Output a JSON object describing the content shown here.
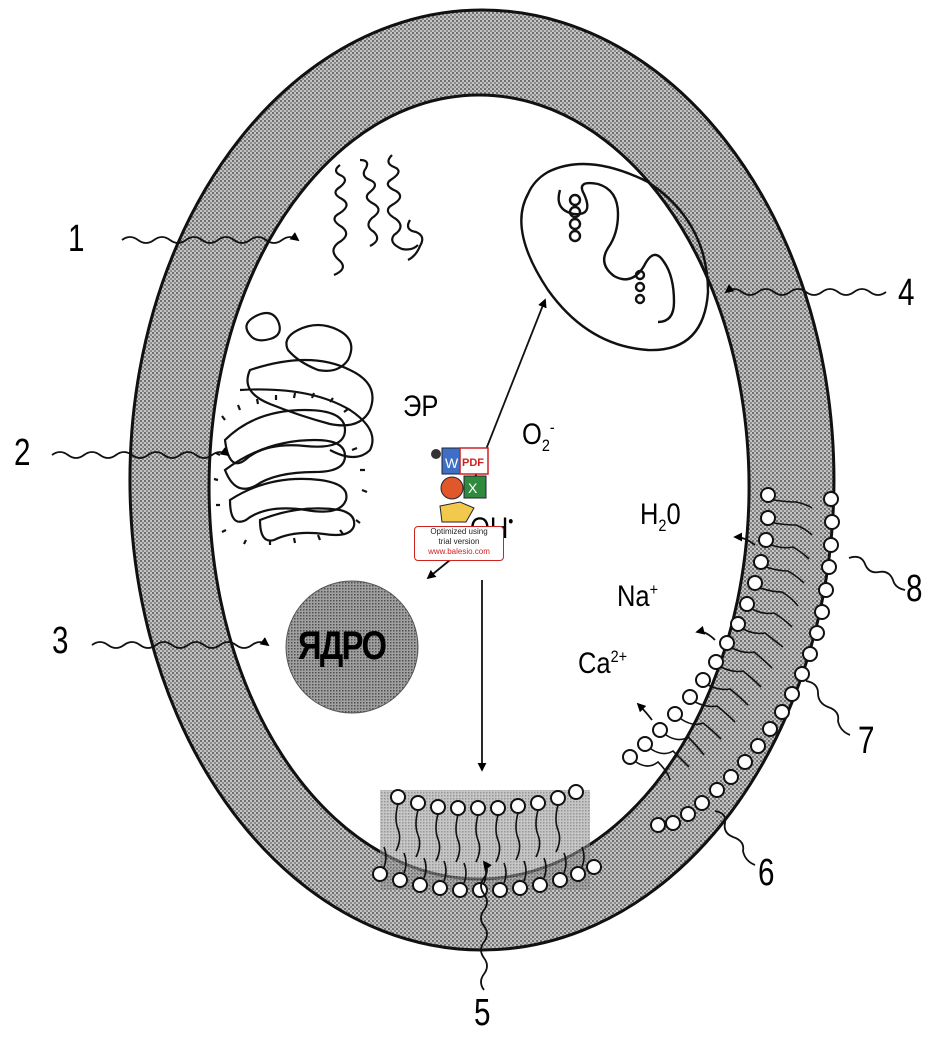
{
  "labels": {
    "n1": "1",
    "n2": "2",
    "n3": "3",
    "n4": "4",
    "n5": "5",
    "n6": "6",
    "n7": "7",
    "n8": "8"
  },
  "chemicals": {
    "er": "ЭР",
    "o2": "O",
    "o2_sub": "2",
    "o2_sup": "-",
    "oh": "OH",
    "oh_sup": "•",
    "h2o_h": "H",
    "h2o_sub": "2",
    "h2o_o": "0",
    "na": "Na",
    "na_sup": "+",
    "ca": "Ca",
    "ca_sup": "2+"
  },
  "nucleus": "ЯДРО",
  "watermark": {
    "line1": "Optimized using",
    "line2": "trial version",
    "line3": "www.balesio.com",
    "icon_pdf": "PDF"
  },
  "colors": {
    "membrane_fill": "#a9a9a9",
    "nucleus_fill": "#8f8f8f",
    "watermark_red": "#cc2222"
  }
}
